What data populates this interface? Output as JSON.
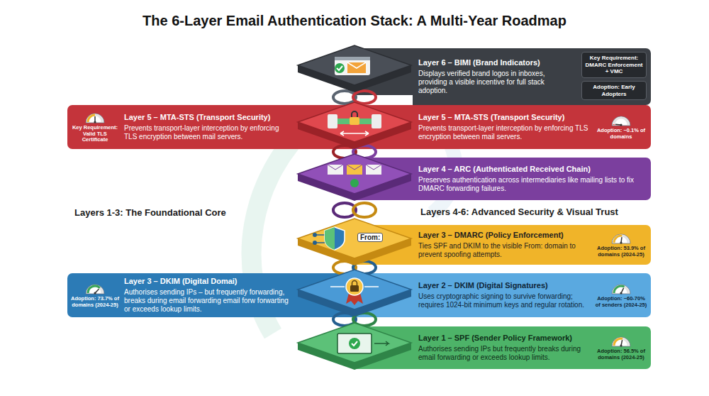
{
  "diagram": {
    "title": "The 6-Layer Email Authentication Stack: A Multi-Year Roadmap",
    "nodes": [
      {
        "text": [
          "Layer 6 – BIMI (Brand Indicators)",
          "Displays verified brand logos in inboxes, providing a visible incentive for full stack adoption."
        ]
      },
      {
        "text": [
          "Key Requirement: DMARC Enforcement + VMC"
        ],
        "in": 0
      },
      {
        "text": [
          "Adoption: Early Adopters"
        ],
        "in": 0
      },
      {
        "text": [
          "Layer 5 – MTA-STS (Transport Security)",
          "Prevents transport-layer interception by enforcing TLS encryption between mail servers.",
          "Key Requirement: Valid TLS Certificate"
        ]
      },
      {
        "text": [
          "Layer 5 – MTA-STS (Transport Security)",
          "Prevents transport-layer interception by enforcing TLS encryption between mail servers.",
          "Adoption: ~0.1% of domains"
        ]
      },
      {
        "text": [
          "Layer 4 – ARC (Authenticated Received Chain)",
          "Preserves authentication across intermediaries like mailing lists to fix DMARC forwarding failures."
        ]
      },
      {
        "text": [
          "Layer 3 – DMARC (Policy Enforcement)",
          "Ties SPF and DKIM to the visible From: domain to prevent spoofing attempts.",
          "Adoption: 53.9% of domains (2024-25)"
        ]
      },
      {
        "text": [
          "Layer 3 – DKIM (Digital Domai)",
          "Authorises sending IPs – but frequently forwarding, breaks during email forwarding email forw forwarting or exceeds lookup limits.",
          "Adoption: 73.7% of domains (2024-25)"
        ]
      },
      {
        "text": [
          "Layer 2 – DKIM (Digital Signatures)",
          "Uses cryptographic signing to survive forwarding; requires 1024-bit minimum keys and regular rotation.",
          "Adoption: ~60-70% of senders (2024-25)"
        ]
      },
      {
        "text": [
          "Layer 1 – SPF (Sender Policy Framework)",
          "Authorises sending IPs but frequently breaks during email forwarding or exceeds lookup limits.",
          "Adoption: 56.5% of domains (2024-25)"
        ]
      }
    ],
    "labels": [
      "Layers 1-3: The Foundational Core",
      "Layers 4-6: Advanced Security & Visual Trust",
      "From:"
    ]
  }
}
